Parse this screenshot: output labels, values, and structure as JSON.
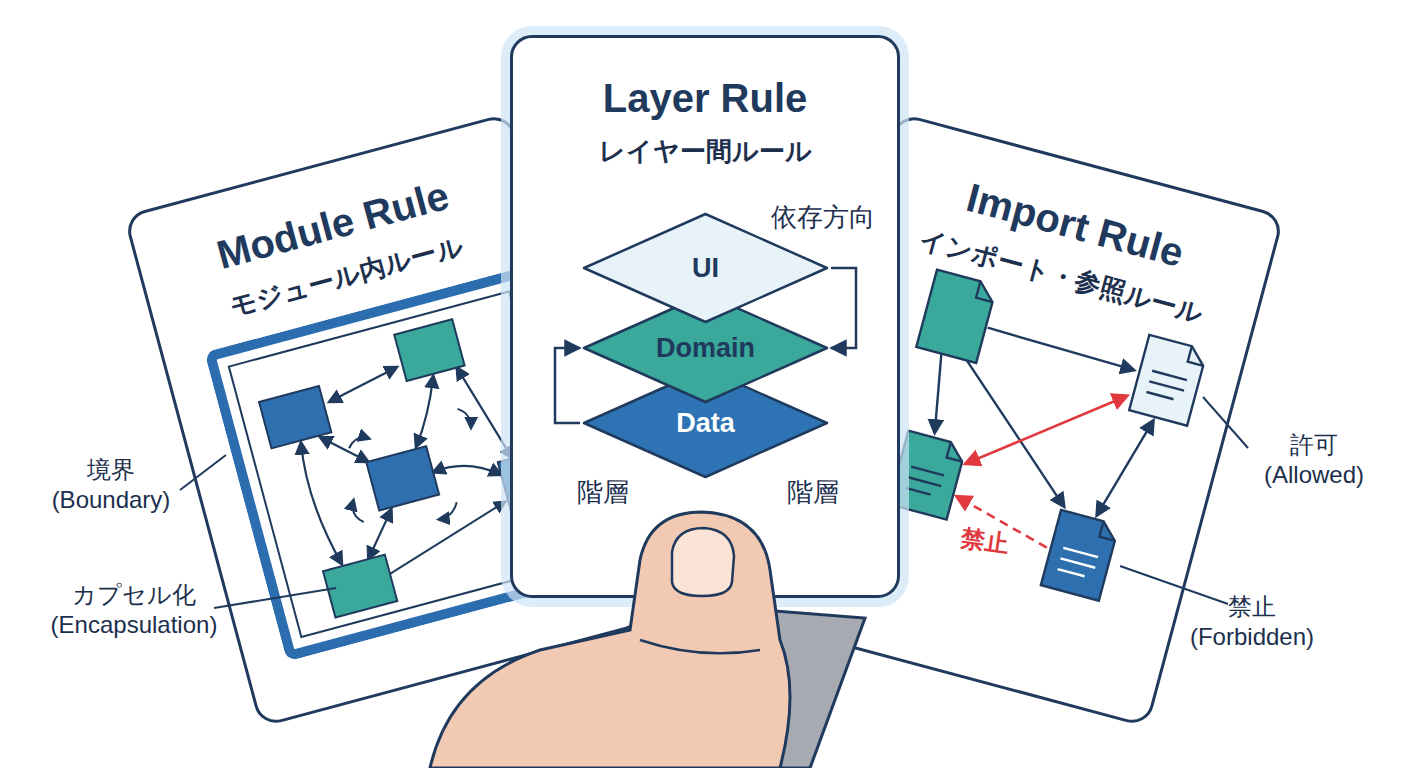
{
  "diagram": {
    "nodes": [
      {
        "text": [
          "Module Rule",
          "モジュール内ルール"
        ]
      },
      {
        "text": [
          "Layer Rule",
          "レイヤー間ルール"
        ]
      },
      {
        "text": [
          "UI"
        ],
        "in": 1
      },
      {
        "text": [
          "Domain"
        ],
        "in": 1
      },
      {
        "text": [
          "Data"
        ],
        "in": 1
      },
      {
        "text": [
          "Import Rule",
          "インポート・参照ルール"
        ]
      }
    ],
    "edges": [
      {
        "from": 2,
        "to": 3,
        "arrow": "to"
      },
      {
        "from": 4,
        "to": 3,
        "arrow": "to"
      }
    ],
    "labels": [
      "依存方向",
      "階層",
      "階層",
      "境界 (Boundary)",
      "カプセル化 (Encapsulation)",
      "禁止",
      "許可 (Allowed)",
      "禁止 (Forbidden)"
    ]
  }
}
